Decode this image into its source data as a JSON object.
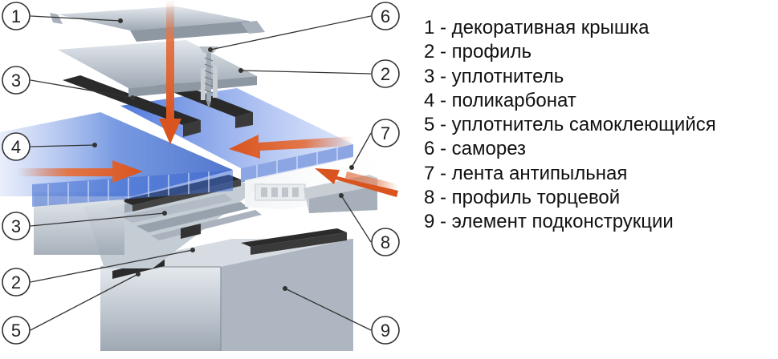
{
  "callouts": [
    {
      "number": "1"
    },
    {
      "number": "2"
    },
    {
      "number": "3"
    },
    {
      "number": "4"
    },
    {
      "number": "3"
    },
    {
      "number": "2"
    },
    {
      "number": "5"
    },
    {
      "number": "6"
    },
    {
      "number": "2"
    },
    {
      "number": "7"
    },
    {
      "number": "8"
    },
    {
      "number": "9"
    }
  ],
  "legend": [
    "1 - декоративная крышка",
    "2 - профиль",
    "3 - уплотнитель",
    "4 - поликарбонат",
    "5 - уплотнитель самоклеющийся",
    "6 - саморез",
    "7 - лента антипыльная",
    "8 - профиль торцевой",
    "9 - элемент подконструкции"
  ],
  "colors": {
    "polycarbonate": "#4a78d8",
    "arrow": "#e2764a",
    "metal": "#b9c2cc",
    "seal": "#2b2b2b"
  }
}
